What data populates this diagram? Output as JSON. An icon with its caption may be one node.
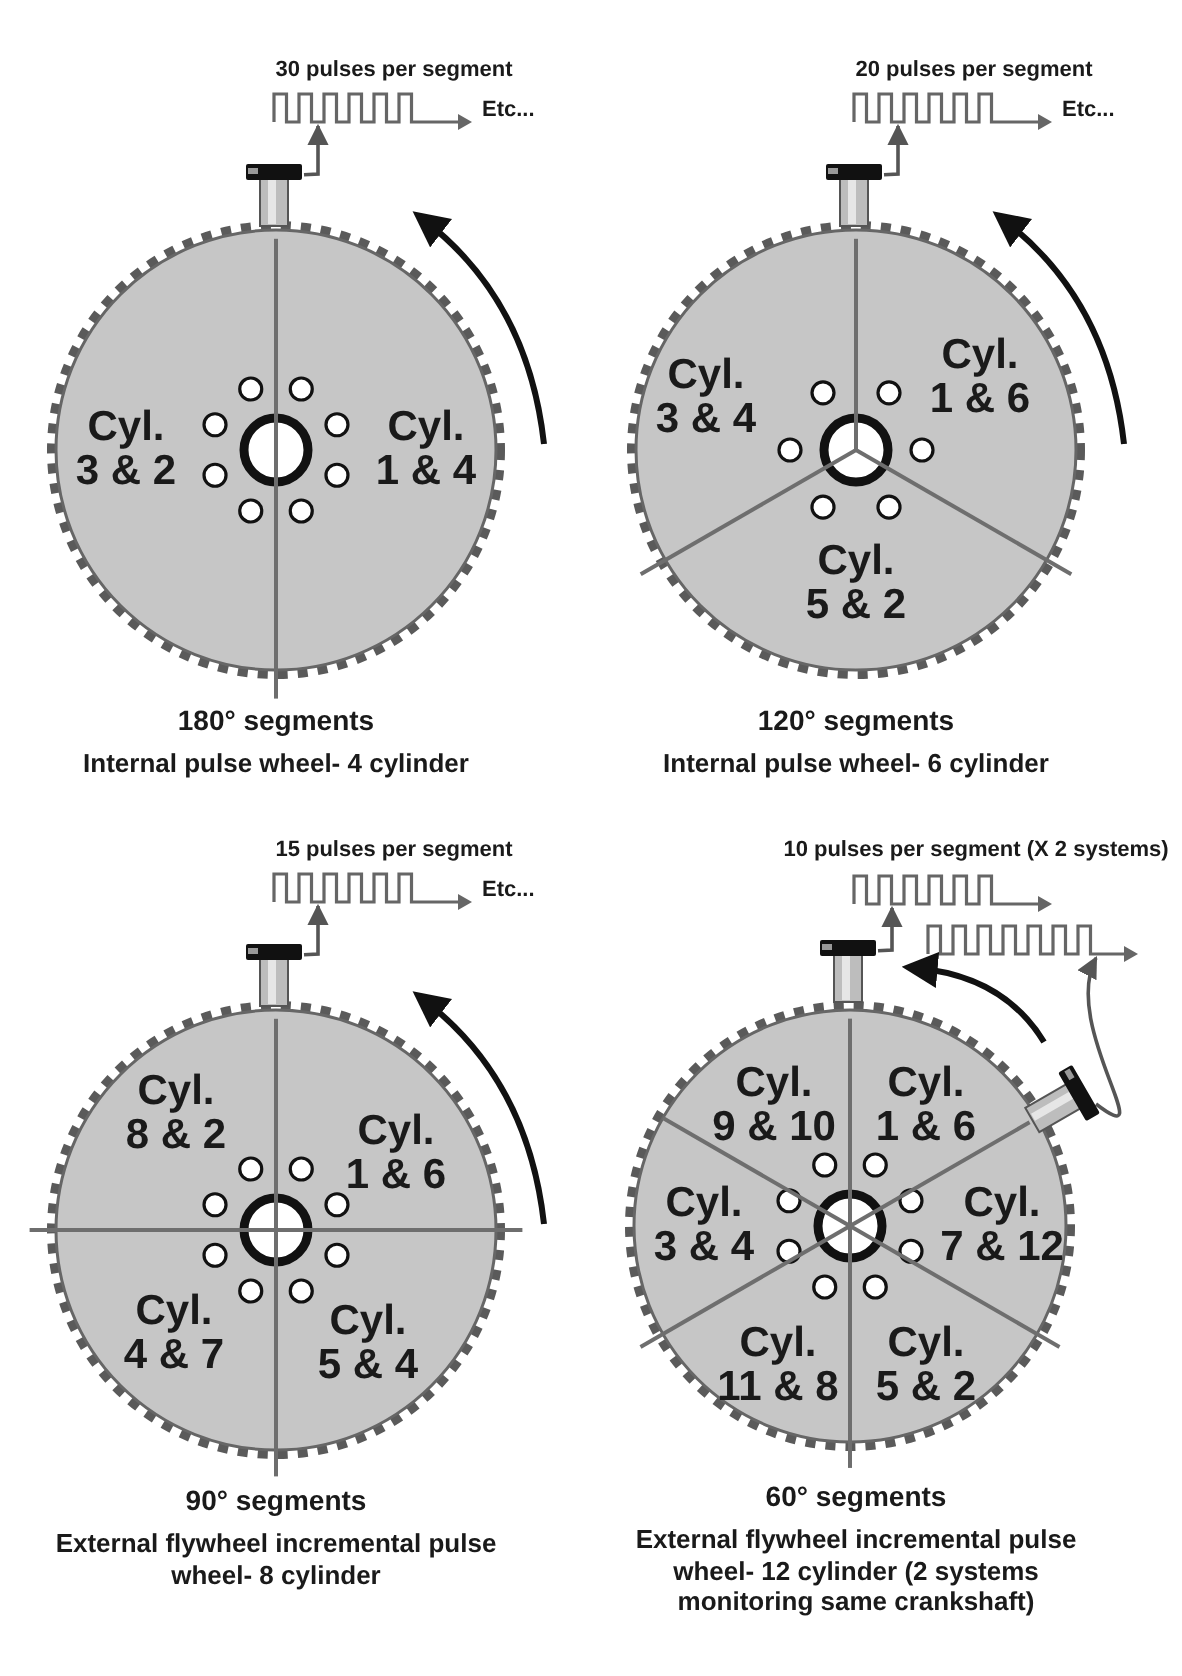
{
  "diagram": {
    "nodes": [
      {
        "text": [],
        "shape": "wave",
        "beside": [
          "30 pulses per segment",
          "Etc..."
        ]
      },
      {
        "text": [],
        "shape": "cylinder"
      },
      {
        "text": [
          "Cyl. 3 & 2",
          "Cyl. 1 & 4"
        ],
        "beside": [
          "180° segments",
          "Internal pulse wheel- 4 cylinder"
        ]
      },
      {
        "text": [],
        "shape": "wave",
        "beside": [
          "20 pulses per segment",
          "Etc..."
        ]
      },
      {
        "text": [],
        "shape": "cylinder"
      },
      {
        "text": [
          "Cyl. 3 & 4",
          "Cyl. 1 & 6",
          "Cyl. 5 & 2"
        ],
        "beside": [
          "120° segments",
          "Internal pulse wheel- 6 cylinder"
        ]
      },
      {
        "text": [],
        "shape": "wave",
        "beside": [
          "15 pulses per segment",
          "Etc..."
        ]
      },
      {
        "text": [],
        "shape": "cylinder"
      },
      {
        "text": [
          "Cyl. 8 & 2",
          "Cyl. 1 & 6",
          "Cyl. 4 & 7",
          "Cyl. 5 & 4"
        ],
        "beside": [
          "90° segments",
          "External flywheel incremental pulse wheel- 8 cylinder"
        ]
      },
      {
        "text": [],
        "shape": "wave",
        "beside": [
          "10 pulses per segment (X 2 systems)"
        ]
      },
      {
        "text": [],
        "shape": "wave"
      },
      {
        "text": [],
        "shape": "cylinder"
      },
      {
        "text": [],
        "shape": "cylinder"
      },
      {
        "text": [
          "Cyl. 9 & 10",
          "Cyl. 1 & 6",
          "Cyl. 3 & 4",
          "Cyl. 7 & 12",
          "Cyl. 11 & 8",
          "Cyl. 5 & 2"
        ],
        "beside": [
          "60° segments",
          "External flywheel incremental pulse wheel- 12 cylinder (2 systems monitoring same crankshaft)"
        ]
      }
    ],
    "edges": [
      {
        "from": 1,
        "to": 0,
        "arrow": "to"
      },
      {
        "from": 4,
        "to": 3,
        "arrow": "to"
      },
      {
        "from": 7,
        "to": 6,
        "arrow": "to"
      },
      {
        "from": 11,
        "to": 9,
        "arrow": "to"
      },
      {
        "from": 12,
        "to": 10,
        "arrow": "to"
      }
    ]
  }
}
